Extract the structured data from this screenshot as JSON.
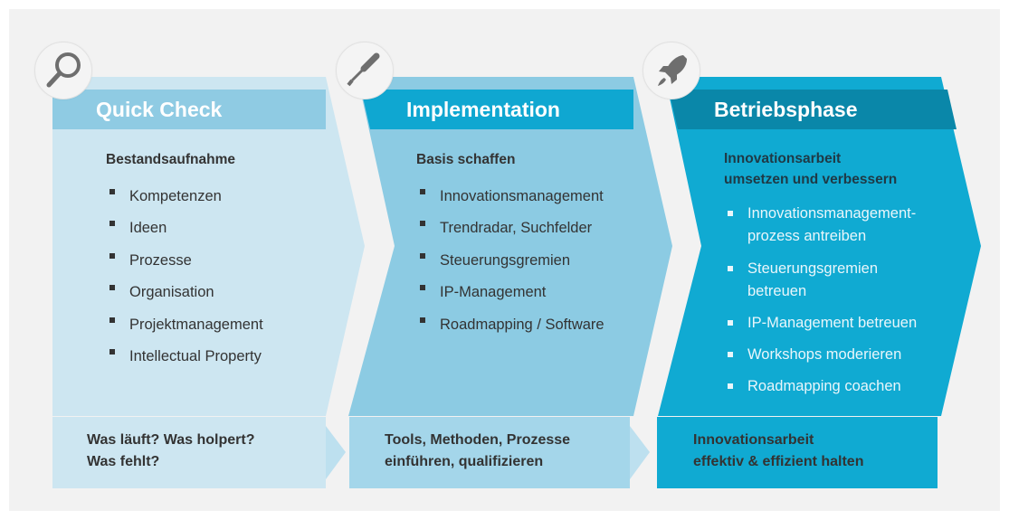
{
  "colors": {
    "background": "#f2f2f2",
    "stage1_body": "#cde6f1",
    "stage1_header": "#8fcbe3",
    "stage1_footer": "#cde6f1",
    "stage2_body": "#8ccbe3",
    "stage2_header": "#0fa7d1",
    "stage2_footer": "#a4d6ea",
    "stage3_body": "#10aad2",
    "stage3_header": "#0a87a9",
    "stage3_footer": "#10aad2",
    "connector_arrow": "#bde0ef",
    "dark_text": "#333333",
    "light_text": "#ffffff",
    "stage3_heading_text": "#1f3945"
  },
  "stages": [
    {
      "icon": "magnifier-icon",
      "title": "Quick Check",
      "heading": "Bestandsaufnahme",
      "items": [
        "Kompetenzen",
        "Ideen",
        "Prozesse",
        "Organisation",
        "Projektmanagement",
        "Intellectual Property"
      ],
      "footer_line1": "Was läuft? Was holpert?",
      "footer_line2": "Was fehlt?"
    },
    {
      "icon": "screwdriver-icon",
      "title": "Implementation",
      "heading": "Basis schaffen",
      "items": [
        "Innovationsmanagement",
        "Trendradar, Suchfelder",
        "Steuerungsgremien",
        "IP-Management",
        "Roadmapping / Software"
      ],
      "footer_line1": "Tools, Methoden, Prozesse",
      "footer_line2": "einführen, qualifizieren"
    },
    {
      "icon": "rocket-icon",
      "title": "Betriebsphase",
      "heading_line1": "Innovationsarbeit",
      "heading_line2": "umsetzen und verbessern",
      "items": [
        {
          "line1": "Innovationsmanagement-",
          "line2": "prozess antreiben"
        },
        {
          "line1": "Steuerungsgremien",
          "line2": "betreuen"
        },
        {
          "line1": "IP-Management betreuen"
        },
        {
          "line1": "Workshops moderieren"
        },
        {
          "line1": "Roadmapping coachen"
        }
      ],
      "footer_line1": "Innovationsarbeit",
      "footer_line2": "effektiv & effizient halten"
    }
  ]
}
